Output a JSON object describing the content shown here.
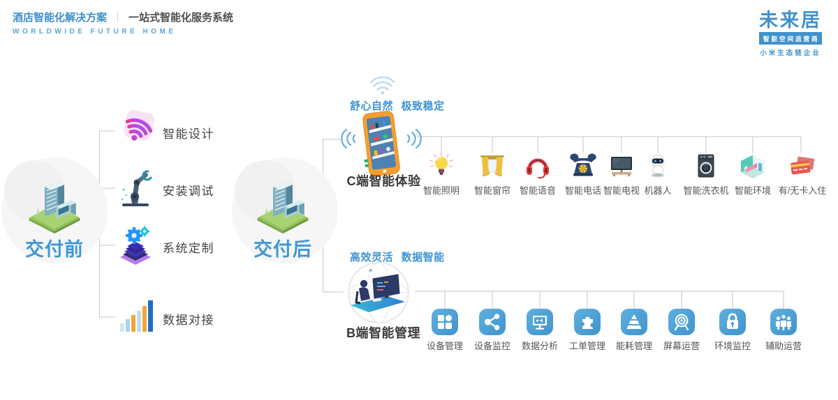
{
  "header": {
    "title_primary": "酒店智能化解决方案",
    "separator": "｜",
    "title_secondary": "一站式智能化服务系统",
    "subtitle_en": "WORLDWIDE FUTURE HOME",
    "logo": {
      "name": "未来居",
      "tagline_box": "智能空间运营商",
      "tagline_sub": "小米生态链企业"
    }
  },
  "stages": {
    "pre_label": "交付前",
    "post_label": "交付后"
  },
  "pre_items": [
    {
      "label": "智能设计",
      "icon": "wifi-design-icon"
    },
    {
      "label": "安装调试",
      "icon": "robot-arm-icon"
    },
    {
      "label": "系统定制",
      "icon": "gears-stack-icon"
    },
    {
      "label": "数据对接",
      "icon": "bar-chart-icon"
    }
  ],
  "c_branch": {
    "tagline": "舒心自然 极致稳定",
    "label": "C端智能体验",
    "icon": "smart-phone-shelf-icon",
    "items": [
      {
        "label": "智能照明",
        "icon": "bulb-icon"
      },
      {
        "label": "智能窗帘",
        "icon": "curtain-icon"
      },
      {
        "label": "智能语音",
        "icon": "headset-icon"
      },
      {
        "label": "智能电话",
        "icon": "telephone-icon"
      },
      {
        "label": "智能电视",
        "icon": "tv-icon"
      },
      {
        "label": "机器人",
        "icon": "robot-icon"
      },
      {
        "label": "智能洗衣机",
        "icon": "washer-icon"
      },
      {
        "label": "智能环境",
        "icon": "room-environment-icon"
      },
      {
        "label": "有/无卡入住",
        "icon": "key-card-icon"
      }
    ]
  },
  "b_branch": {
    "tagline": "高效灵活 数据智能",
    "label": "B端智能管理",
    "icon": "operator-desk-globe-icon",
    "items": [
      {
        "label": "设备管理",
        "icon": "grid-tiles-icon"
      },
      {
        "label": "设备监控",
        "icon": "share-nodes-icon"
      },
      {
        "label": "数据分析",
        "icon": "monitor-icon"
      },
      {
        "label": "工单管理",
        "icon": "puzzle-icon"
      },
      {
        "label": "能耗管理",
        "icon": "pyramid-icon"
      },
      {
        "label": "屏幕运营",
        "icon": "target-screen-icon"
      },
      {
        "label": "环境监控",
        "icon": "lock-icon"
      },
      {
        "label": "辅助运营",
        "icon": "people-group-icon"
      }
    ]
  },
  "colors": {
    "accent_blue": "#3e97d4",
    "logo_blue": "#3f92cc",
    "tagline_blue": "#3f93d2",
    "line_gray": "#c5c5c5",
    "left_label_dark": "#434343",
    "leaf_label_gray": "#555555",
    "b_icon_blue": "#4a9ed8",
    "building_green": "#93c45c",
    "phone_orange": "#f59e2f"
  }
}
